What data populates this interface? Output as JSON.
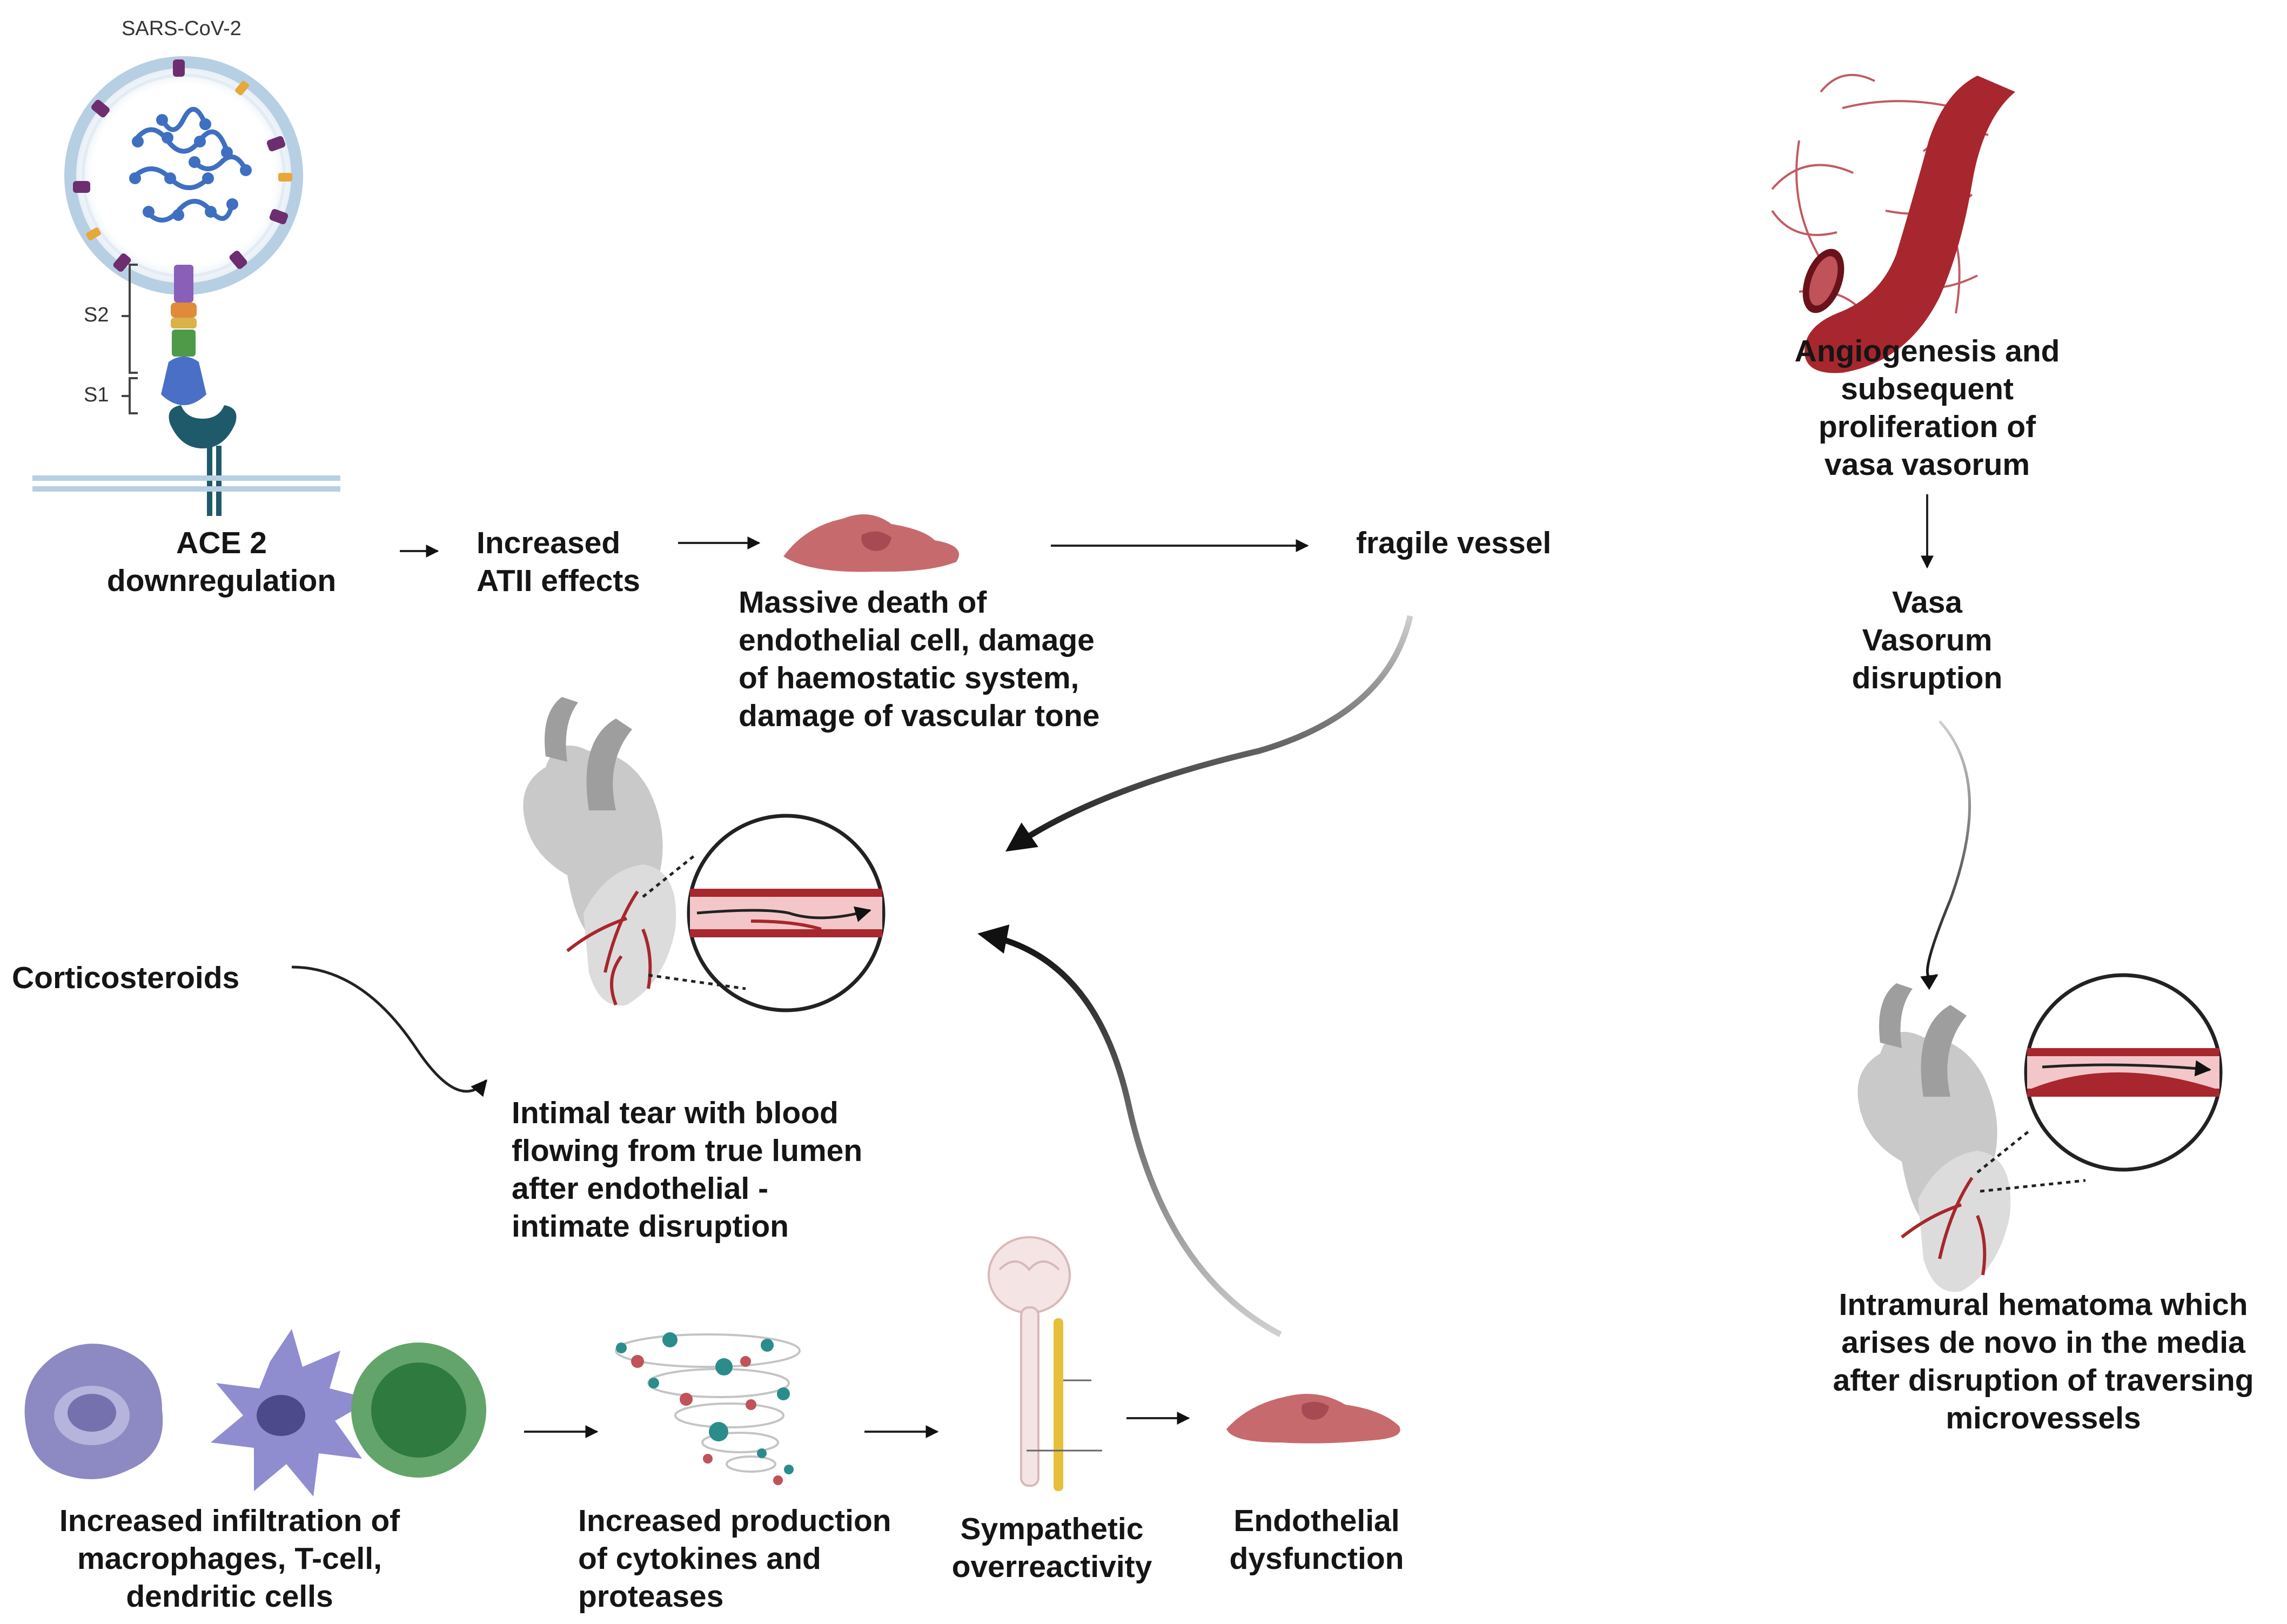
{
  "virus": {
    "name": "SARS-CoV-2",
    "s2": "S2",
    "s1": "S1"
  },
  "labels": {
    "ace2": [
      "ACE 2",
      "downregulation"
    ],
    "atii": [
      "Increased",
      "ATII effects"
    ],
    "endothelial_death": [
      "Massive death of",
      "endothelial cell, damage",
      "of haemostatic system,",
      "damage of vascular tone"
    ],
    "fragile": [
      "fragile vessel"
    ],
    "angiogenesis": [
      "Angiogenesis and",
      "subsequent",
      "proliferation of",
      "vasa vasorum"
    ],
    "vasa_disruption": [
      "Vasa",
      "Vasorum",
      "disruption"
    ],
    "corticosteroids": [
      "Corticosteroids"
    ],
    "intimal_tear": [
      "Intimal tear with blood",
      "flowing from true lumen",
      "after endothelial -",
      "intimate disruption"
    ],
    "hematoma": [
      "Intramural hematoma which",
      "arises de novo in the media",
      "after disruption of traversing",
      "microvessels"
    ],
    "infiltration": [
      "Increased infiltration of",
      "macrophages, T-cell,",
      "dendritic cells"
    ],
    "cytokines": [
      "Increased production",
      "of cytokines and",
      "proteases"
    ],
    "sympathetic": [
      "Sympathetic",
      "overreactivity"
    ],
    "endo_dysfunction": [
      "Endothelial",
      "dysfunction"
    ]
  },
  "colors": {
    "vessel_red": "#a8262d",
    "endo_cell": "#c76a6e",
    "macrophage": "#8d89c2",
    "dendritic": "#8f8cd0",
    "tcell": "#63a46b",
    "virus_blue": "#3f6fc0",
    "receptor_teal": "#1f5a6b",
    "heart_gray": "#bdbdbd"
  }
}
